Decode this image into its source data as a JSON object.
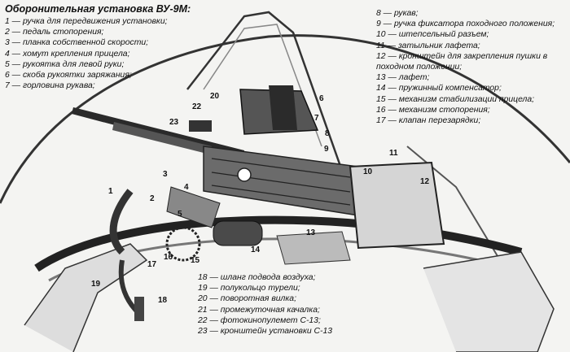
{
  "title": "Оборонительная установка ВУ-9М:",
  "legend": [
    "1 — ручка для передвижения установки;",
    "2 — педаль стопорения;",
    "3 — планка собственной скорости;",
    "4 — хомут крепления прицела;",
    "5 — рукоятка для левой руки;",
    "6 — скоба рукоятки заряжания;",
    "7 — горловина рукава;",
    "8 — рукав;",
    "9 — ручка фиксатора походного положения;",
    "10 — штепсельный разъем;",
    "11 — затыльник лафета;",
    "12 — кронштейн для закрепления пушки в походном положении;",
    "13 — лафет;",
    "14 — пружинный компенсатор;",
    "15 — механизм стабилизации прицела;",
    "16 — механизм стопорения;",
    "17 — клапан перезарядки;",
    "18 — шланг подвода воздуха;",
    "19 — полукольцо турели;",
    "20 — поворотная вилка;",
    "21 — промежуточная качалка;",
    "22 — фотокинопулемет С-13;",
    "23 — кронштейн установки С-13"
  ],
  "callouts": [
    "1",
    "2",
    "3",
    "4",
    "5",
    "6",
    "7",
    "8",
    "9",
    "10",
    "11",
    "12",
    "13",
    "14",
    "15",
    "16",
    "17",
    "18",
    "19",
    "20",
    "22",
    "23"
  ]
}
